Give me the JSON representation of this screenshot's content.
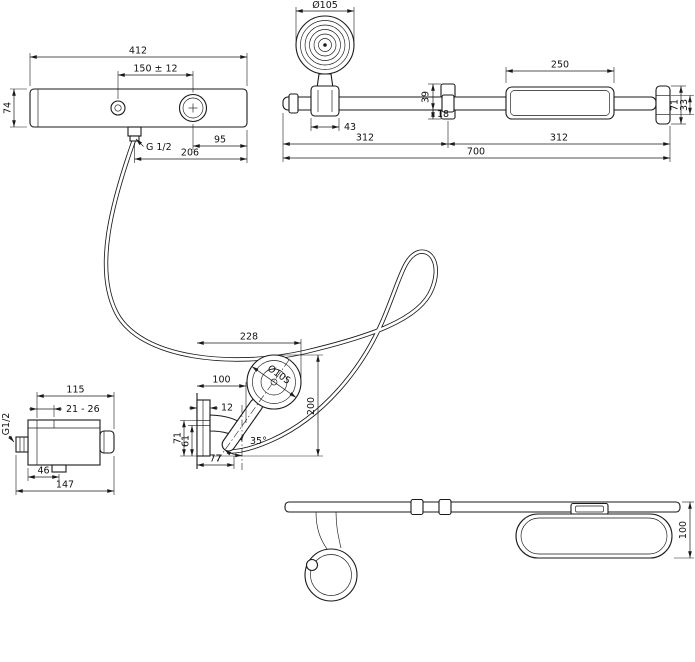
{
  "page": {
    "background": "#ffffff",
    "line_color": "#1a1a1a"
  },
  "views": {
    "mixer_front": {
      "total_width": "412",
      "connection_spacing": "150 ± 12",
      "body_height": "74",
      "outlet_thread": "G 1/2",
      "knob_to_end": "95",
      "outlet_to_end": "206"
    },
    "slide_bar": {
      "head_diameter": "Ø105",
      "holder_width": "43",
      "bracket_height": "39",
      "bar_section": "18",
      "shelf_length": "250",
      "end_height": "71",
      "end_section": "33",
      "left_spacing": "312",
      "overall_length": "700",
      "right_spacing": "312"
    },
    "holder_unit": {
      "overall_depth": "228",
      "holder_depth": "100",
      "plate_offset": "12",
      "head_diameter": "Ø105",
      "overall_height": "200",
      "holder_height": "71",
      "lower_height": "61",
      "tilt_angle": "35°",
      "base_depth": "77"
    },
    "mixer_side": {
      "body_depth": "115",
      "wall_adjust": "21 - 26",
      "inlet_thread": "G1/2",
      "outlet_offset": "46",
      "overall_depth": "147"
    },
    "shelf_top": {
      "shelf_depth": "100"
    }
  }
}
